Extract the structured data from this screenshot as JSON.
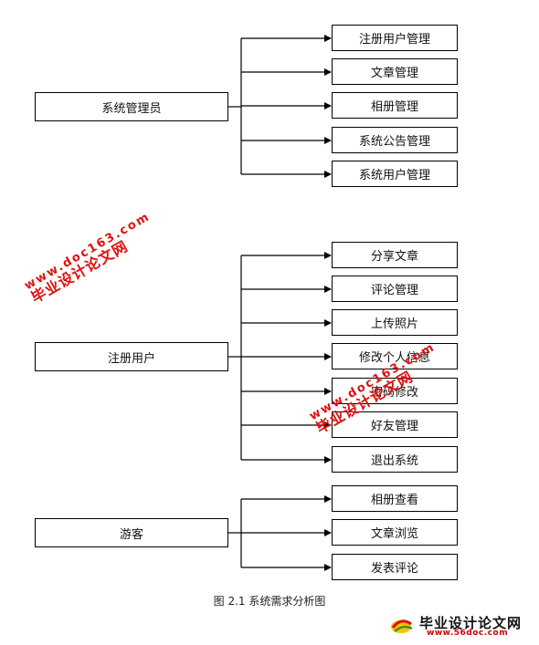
{
  "groups": [
    {
      "role": "系统管理员",
      "items": [
        "注册用户管理",
        "文章管理",
        "相册管理",
        "系统公告管理",
        "系统用户管理"
      ]
    },
    {
      "role": "注册用户",
      "items": [
        "分享文章",
        "评论管理",
        "上传照片",
        "修改个人信息",
        "密码修改",
        "好友管理",
        "退出系统"
      ]
    },
    {
      "role": "游客",
      "items": [
        "相册查看",
        "文章浏览",
        "发表评论"
      ]
    }
  ],
  "caption": "图 2.1  系统需求分析图",
  "watermarks": [
    {
      "line1": "毕业设计论文网",
      "line2": "www.doc163.com"
    },
    {
      "line1": "毕业设计论文网",
      "line2": "www.doc163.com"
    }
  ],
  "logo": {
    "text": "毕业设计论文网",
    "url": "www.56doc.com"
  },
  "colors": {
    "watermark": "#e01010",
    "line": "#000000"
  }
}
